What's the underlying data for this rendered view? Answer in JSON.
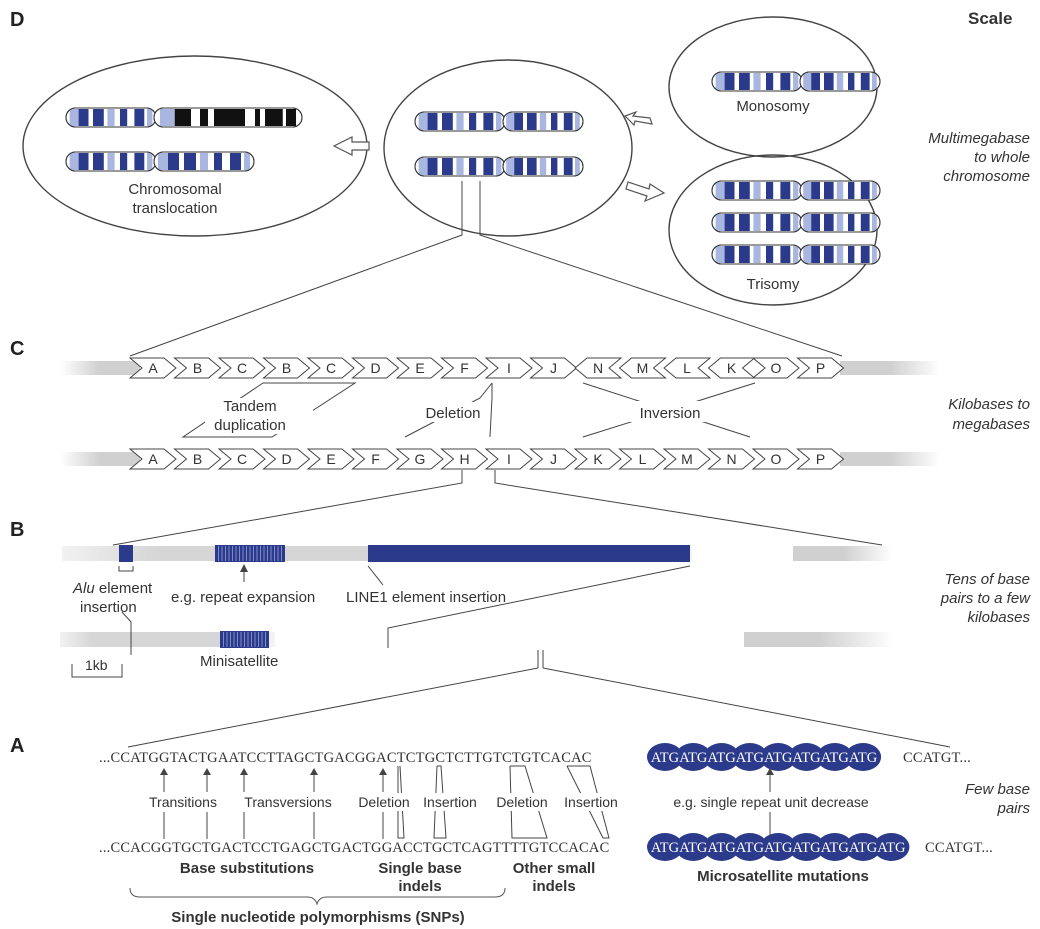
{
  "panels": {
    "D": "D",
    "C": "C",
    "B": "B",
    "A": "A"
  },
  "scale": {
    "title": "Scale",
    "d": [
      "Multimegabase",
      "to whole",
      "chromosome"
    ],
    "c": [
      "Kilobases to",
      "megabases"
    ],
    "b": [
      "Tens of base",
      "pairs to a few",
      "kilobases"
    ],
    "a": [
      "Few base",
      "pairs"
    ]
  },
  "panel_d": {
    "translocation": [
      "Chromosomal",
      "translocation"
    ],
    "monosomy": "Monosomy",
    "trisomy": "Trisomy"
  },
  "panel_c": {
    "row1": [
      "A",
      "B",
      "C",
      "B",
      "C",
      "D",
      "E",
      "F",
      "I",
      "J",
      "N",
      "M",
      "L",
      "K",
      "O",
      "P"
    ],
    "row1_dir": [
      "r",
      "r",
      "r",
      "r",
      "r",
      "r",
      "r",
      "r",
      "r",
      "r",
      "l",
      "l",
      "l",
      "l",
      "r",
      "r"
    ],
    "row2": [
      "A",
      "B",
      "C",
      "D",
      "E",
      "F",
      "G",
      "H",
      "I",
      "J",
      "K",
      "L",
      "M",
      "N",
      "O",
      "P"
    ],
    "tandem": [
      "Tandem",
      "duplication"
    ],
    "deletion": "Deletion",
    "inversion": "Inversion"
  },
  "panel_b": {
    "alu_italic": "Alu",
    "alu_rest": " element",
    "alu_line2": "insertion",
    "repeat": "e.g. repeat expansion",
    "line1": "LINE1 element insertion",
    "minisat": "Minisatellite",
    "scalebar": "1kb"
  },
  "panel_a": {
    "top_prefix": "...CCATGGTACTGAATCCTTAGCTGACGGACTCTGCTCTTGTCTGTCACAC",
    "top_repeats": [
      "ATG",
      "ATG",
      "ATG",
      "ATG",
      "ATG",
      "ATG",
      "ATG",
      "ATG"
    ],
    "top_suffix": "CCATGT...",
    "bot_prefix": "...CCACGGTGCTGACTCCTGAGCTGACTGGACCTGCTCAGTTTTGTCCACAC",
    "bot_repeats": [
      "ATG",
      "ATG",
      "ATG",
      "ATG",
      "ATG",
      "ATG",
      "ATG",
      "ATG",
      "ATG"
    ],
    "bot_suffix": "CCATGT...",
    "transitions": "Transitions",
    "transversions": "Transversions",
    "deletion1": "Deletion",
    "insertion1": "Insertion",
    "deletion2": "Deletion",
    "insertion2": "Insertion",
    "repeat_decrease": "e.g. single repeat unit decrease",
    "base_subs": "Base substitutions",
    "single_indels": [
      "Single base",
      "indels"
    ],
    "other_indels": [
      "Other small",
      "indels"
    ],
    "microsat": "Microsatellite mutations",
    "snps": "Single nucleotide polymorphisms (SNPs)"
  },
  "colors": {
    "navy": "#2b3a8a",
    "light_blue": "#a9b6e0",
    "gray": "#d6d6d6"
  }
}
